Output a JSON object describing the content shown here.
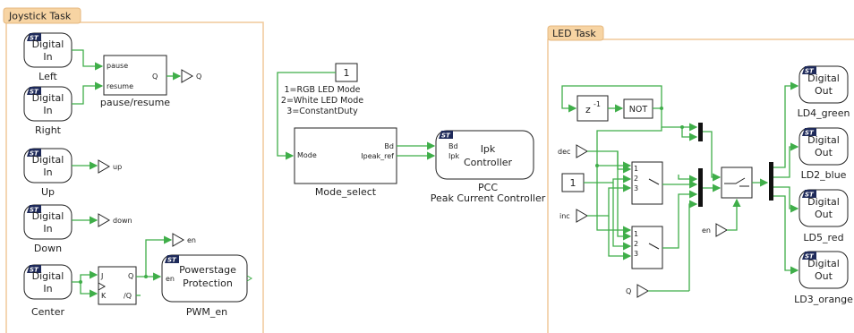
{
  "tasks": {
    "joystick": {
      "title": "Joystick Task"
    },
    "led": {
      "title": "LED Task"
    }
  },
  "badge": "ST",
  "digital_in": {
    "line1": "Digital",
    "line2": "In"
  },
  "digital_out": {
    "line1": "Digital",
    "line2": "Out"
  },
  "inputs": {
    "left": "Left",
    "right": "Right",
    "up": "Up",
    "down": "Down",
    "center": "Center"
  },
  "pause_resume": {
    "port_pause": "pause",
    "port_resume": "resume",
    "port_q": "Q",
    "caption": "pause/resume"
  },
  "outports": {
    "q": "Q",
    "up": "up",
    "down": "down",
    "en": "en"
  },
  "jk": {
    "port_j": "J",
    "port_k": "K",
    "port_q": "Q",
    "port_nq": "/Q"
  },
  "powerstage": {
    "line1": "Powerstage",
    "line2": "Protection",
    "port_en": "en",
    "caption": "PWM_en"
  },
  "constant_mode": {
    "value": "1",
    "note1": "1=RGB LED Mode",
    "note2": "2=White LED Mode",
    "note3": "3=ConstantDuty"
  },
  "mode_select": {
    "port_mode": "Mode",
    "port_bd": "Bd",
    "port_ipeak": "Ipeak_ref",
    "caption": "Mode_select"
  },
  "pcc": {
    "line1": "Ipk",
    "line2": "Controller",
    "port_bd": "Bd",
    "port_ipk": "Ipk",
    "caption1": "PCC",
    "caption2": "Peak Current Controller"
  },
  "led_task": {
    "delay": "z",
    "delay_exp": "-1",
    "not": "NOT",
    "in_dec": "dec",
    "in_inc": "inc",
    "in_en": "en",
    "in_q": "Q",
    "const_one": "1",
    "sw_port1": "1",
    "sw_port2": "2",
    "sw_port3": "3"
  },
  "outputs": {
    "ld4": "LD4_green",
    "ld2": "LD2_blue",
    "ld5": "LD5_red",
    "ld3": "LD3_orange"
  }
}
